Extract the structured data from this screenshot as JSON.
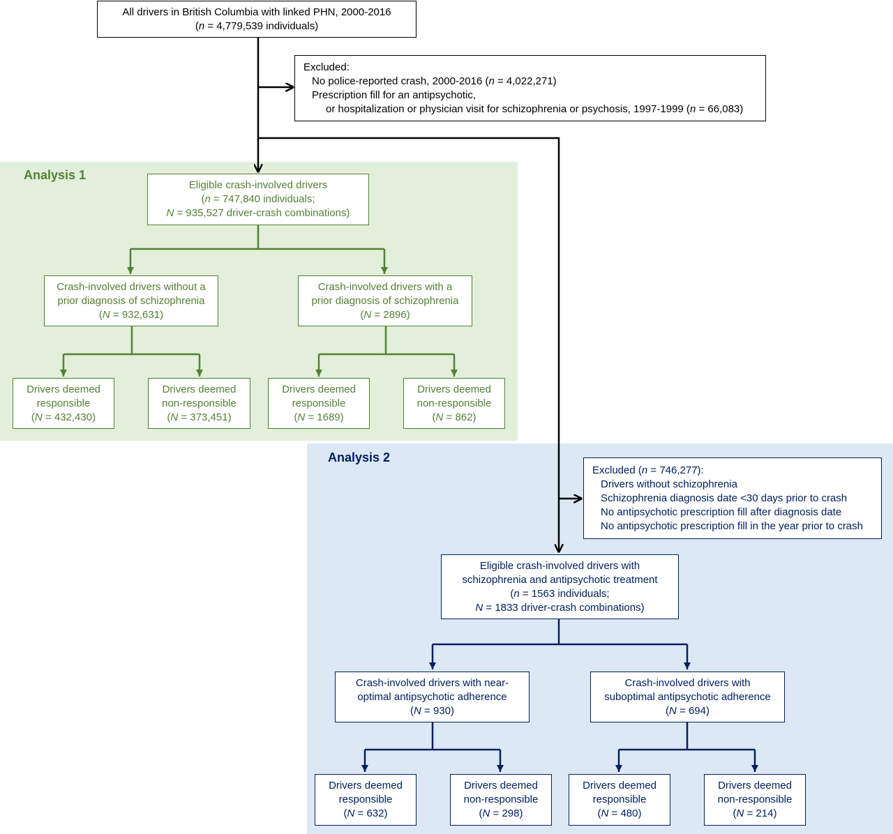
{
  "colors": {
    "analysis1_bg": "#e2efda",
    "analysis1_fg": "#538135",
    "analysis2_bg": "#dde8f5",
    "analysis2_fg": "#002060",
    "main_fg": "#000000"
  },
  "top": {
    "line1": "All drivers in British Columbia with linked PHN, 2000-2016",
    "line2": {
      "pre": "(",
      "var": "n",
      "post": " = 4,779,539 individuals)"
    }
  },
  "excluded1": {
    "header": "Excluded:",
    "item1": {
      "text": "No police-reported crash, 2000-2016 (",
      "var": "n",
      "post": " = 4,022,271)"
    },
    "item2a": "Prescription fill for an antipsychotic,",
    "item2b": {
      "text": "or hospitalization or physician visit for schizophrenia or psychosis, 1997-1999 (",
      "var": "n",
      "post": " = 66,083)"
    }
  },
  "analysis1": {
    "title": "Analysis 1",
    "eligible": {
      "line1": "Eligible crash-involved drivers",
      "line2": {
        "pre": "(",
        "var": "n",
        "post": " = 747,840 individuals;"
      },
      "line3": {
        "var": "N",
        "post": " = 935,527 driver-crash combinations)"
      }
    },
    "without": {
      "line1": "Crash-involved drivers without a",
      "line2": "prior diagnosis of schizophrenia",
      "count": {
        "pre": "(",
        "var": "N",
        "post": " = 932,631)"
      }
    },
    "with": {
      "line1": "Crash-involved drivers with a",
      "line2": "prior diagnosis of schizophrenia",
      "count": {
        "pre": "(",
        "var": "N",
        "post": " = 2896)"
      }
    },
    "leaves": [
      {
        "line1": "Drivers deemed",
        "line2": "responsible",
        "count": {
          "pre": "(",
          "var": "N",
          "post": " = 432,430)"
        }
      },
      {
        "line1": "Drivers deemed",
        "line2": "non-responsible",
        "count": {
          "pre": "(",
          "var": "N",
          "post": " = 373,451)"
        }
      },
      {
        "line1": "Drivers deemed",
        "line2": "responsible",
        "count": {
          "pre": "(",
          "var": "N",
          "post": " = 1689)"
        }
      },
      {
        "line1": "Drivers deemed",
        "line2": "non-responsible",
        "count": {
          "pre": "(",
          "var": "N",
          "post": " = 862)"
        }
      }
    ]
  },
  "analysis2": {
    "title": "Analysis 2",
    "excluded": {
      "header": {
        "pre": "Excluded (",
        "var": "n",
        "post": " = 746,277):"
      },
      "items": [
        "Drivers without schizophrenia",
        "Schizophrenia diagnosis date <30 days prior to crash",
        "No antipsychotic prescription fill after diagnosis date",
        "No antipsychotic prescription fill in the year prior to crash"
      ]
    },
    "eligible": {
      "line1": "Eligible crash-involved drivers with",
      "line2": "schizophrenia and antipsychotic treatment",
      "line3": {
        "pre": "(",
        "var": "n",
        "post": " = 1563 individuals;"
      },
      "line4": {
        "var": "N",
        "post": " = 1833 driver-crash combinations)"
      }
    },
    "near": {
      "line1": "Crash-involved drivers with near-",
      "line2": "optimal antipsychotic adherence",
      "count": {
        "pre": "(",
        "var": "N",
        "post": " = 930)"
      }
    },
    "sub": {
      "line1": "Crash-involved drivers with",
      "line2": "suboptimal antipsychotic adherence",
      "count": {
        "pre": "(",
        "var": "N",
        "post": " = 694)"
      }
    },
    "leaves": [
      {
        "line1": "Drivers deemed",
        "line2": "responsible",
        "count": {
          "pre": "(",
          "var": "N",
          "post": " = 632)"
        }
      },
      {
        "line1": "Drivers deemed",
        "line2": "non-responsible",
        "count": {
          "pre": "(",
          "var": "N",
          "post": " = 298)"
        }
      },
      {
        "line1": "Drivers deemed",
        "line2": "responsible",
        "count": {
          "pre": "(",
          "var": "N",
          "post": " = 480)"
        }
      },
      {
        "line1": "Drivers deemed",
        "line2": "non-responsible",
        "count": {
          "pre": "(",
          "var": "N",
          "post": " = 214)"
        }
      }
    ]
  }
}
